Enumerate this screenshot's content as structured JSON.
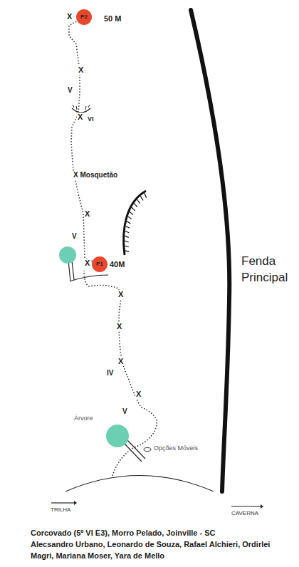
{
  "diagram": {
    "title": "Corcovado (5º VI E3), Morro Pelado, Joinville - SC",
    "caption": "Alecsandro Urbano, Leonardo de Souza, Rafael Alchieri, Ordirlei Magri, Mariana Moser, Yara de Mello",
    "nodes": [
      {
        "text": [
          "P2"
        ]
      },
      {
        "text": [
          "P1"
        ]
      }
    ],
    "edges": [
      {
        "from": 1,
        "to": 0,
        "arrow": "none"
      }
    ],
    "labels": [
      "50 M",
      "X",
      "X",
      "V",
      "X",
      "VI",
      "X Mosquetão",
      "X",
      "V",
      "X",
      "40M",
      "X",
      "X",
      "X",
      "IV",
      "X",
      "V",
      "Árvore",
      "Opções Móveis",
      "Fenda Principal",
      "TRILHA",
      "CAVERNA"
    ]
  }
}
